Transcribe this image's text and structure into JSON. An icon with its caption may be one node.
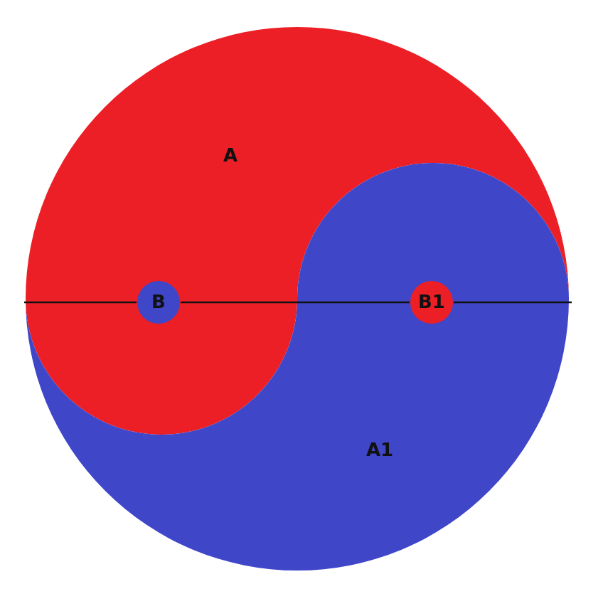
{
  "diagram": {
    "nodes": [
      {
        "text": [
          "A"
        ]
      },
      {
        "text": [
          "A1"
        ]
      },
      {
        "text": [
          "B"
        ],
        "in": 0
      },
      {
        "text": [
          "B1"
        ],
        "in": 1
      }
    ],
    "edges": [
      {
        "from": 2,
        "to": 3,
        "arrow": "none"
      }
    ]
  }
}
